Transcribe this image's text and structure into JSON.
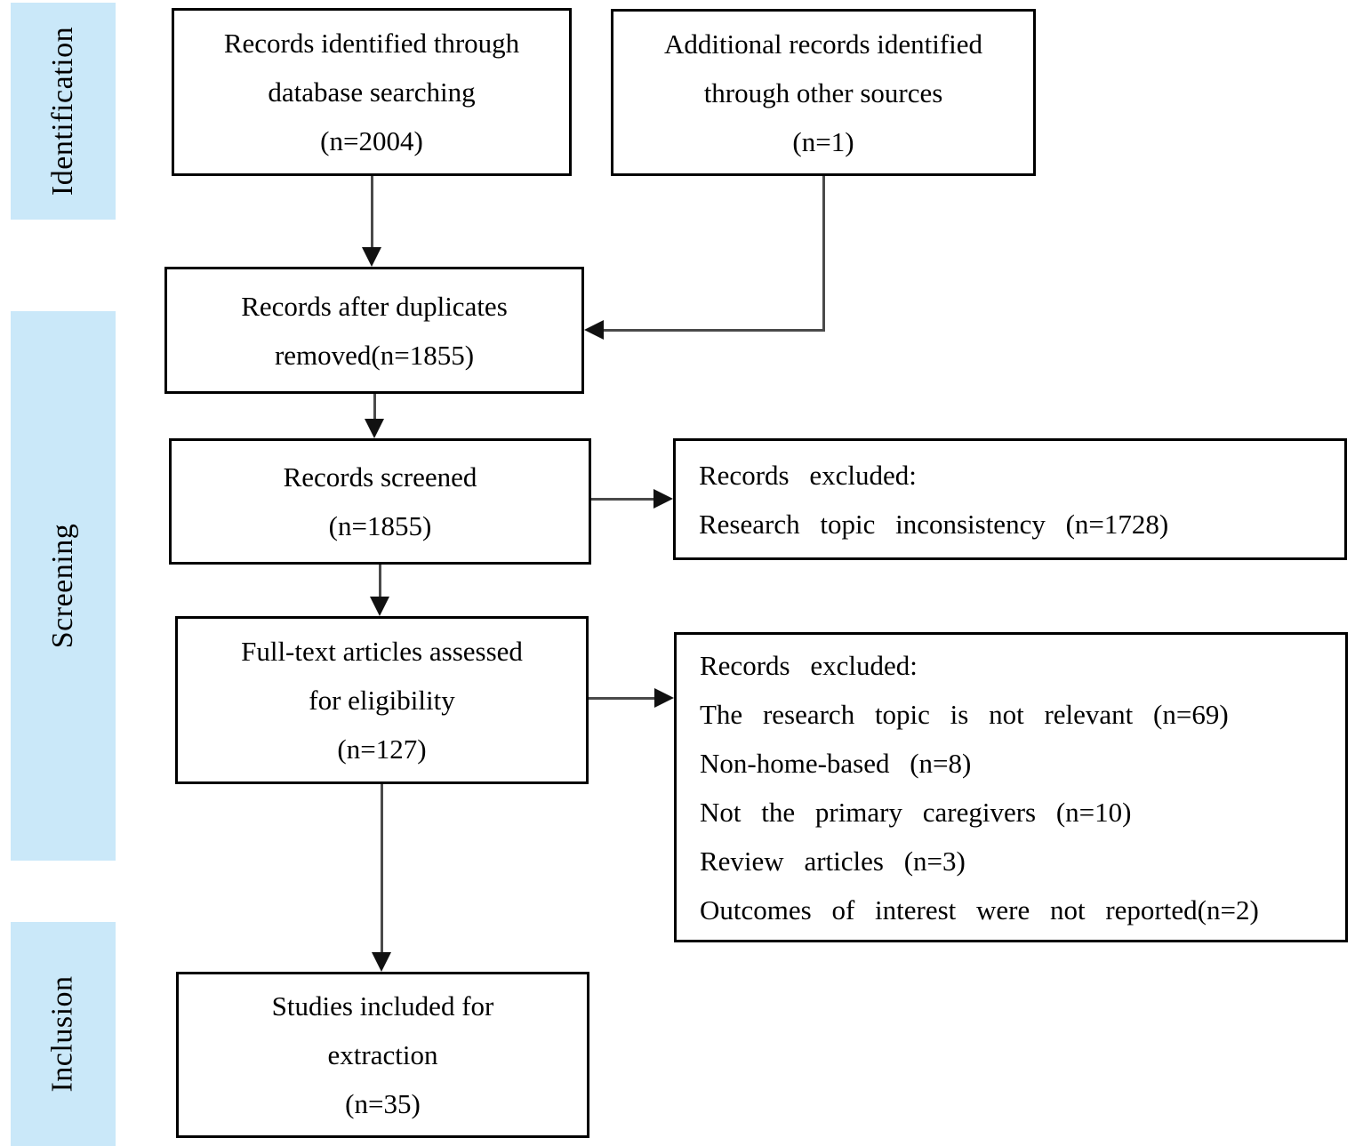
{
  "colors": {
    "band": "#cae8f9",
    "border": "#000000",
    "arrow_line": "#4a4a4a",
    "arrow_head": "#111111"
  },
  "stages": [
    {
      "label": "Identification"
    },
    {
      "label": "Screening"
    },
    {
      "label": "Inclusion"
    }
  ],
  "boxes": {
    "identified": {
      "lines": [
        "Records identified through",
        "database searching",
        "(n=2004)"
      ]
    },
    "additional": {
      "lines": [
        "Additional records identified",
        "through other sources",
        "(n=1)"
      ]
    },
    "after_duplicates": {
      "lines": [
        "Records after duplicates",
        "removed(n=1855)"
      ]
    },
    "screened": {
      "lines": [
        "Records screened",
        "(n=1855)"
      ]
    },
    "excluded_screening": {
      "lines": [
        "Records excluded:",
        "Research topic inconsistency (n=1728)"
      ]
    },
    "fulltext": {
      "lines": [
        "Full-text articles assessed",
        "for eligibility",
        "(n=127)"
      ]
    },
    "excluded_fulltext": {
      "lines": [
        "Records excluded:",
        "The research topic is not relevant (n=69)",
        "Non-home-based (n=8)",
        "Not the primary caregivers (n=10)",
        "Review articles (n=3)",
        "Outcomes of interest were not reported(n=2)"
      ]
    },
    "included": {
      "lines": [
        "Studies included for",
        "extraction",
        "(n=35)"
      ]
    }
  }
}
